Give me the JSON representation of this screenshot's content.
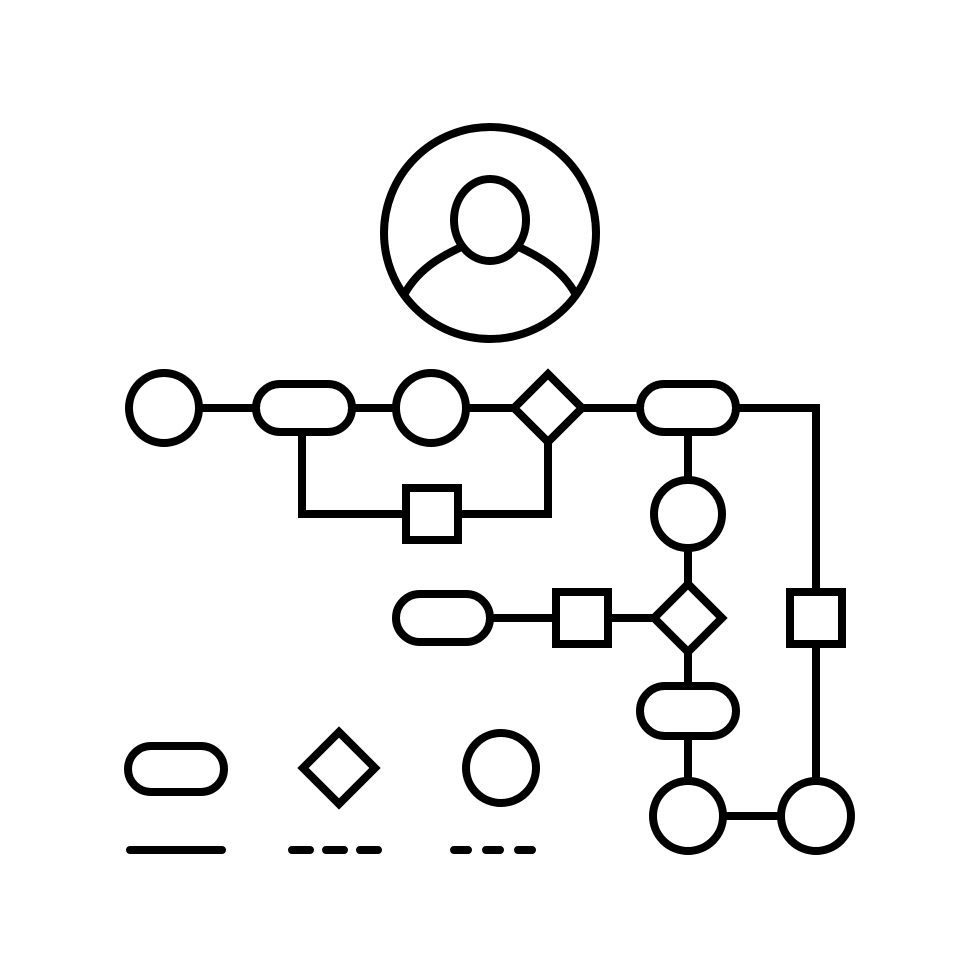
{
  "icon": {
    "name": "user-workflow-line-icon",
    "stroke_color": "#000000",
    "fill_color": "#ffffff"
  },
  "nodes": [
    {
      "id": "n1",
      "shape": "circle"
    },
    {
      "id": "n2",
      "shape": "terminator"
    },
    {
      "id": "n3",
      "shape": "circle"
    },
    {
      "id": "n4",
      "shape": "decision"
    },
    {
      "id": "n5",
      "shape": "terminator"
    },
    {
      "id": "n6",
      "shape": "process"
    },
    {
      "id": "n7",
      "shape": "circle"
    },
    {
      "id": "n8",
      "shape": "decision"
    },
    {
      "id": "n9",
      "shape": "process"
    },
    {
      "id": "n10",
      "shape": "terminator"
    },
    {
      "id": "n11",
      "shape": "terminator"
    },
    {
      "id": "n12",
      "shape": "process"
    },
    {
      "id": "n13",
      "shape": "circle"
    },
    {
      "id": "n14",
      "shape": "circle"
    }
  ],
  "legend": [
    {
      "shape": "terminator",
      "line": "solid"
    },
    {
      "shape": "decision",
      "line": "dashed"
    },
    {
      "shape": "circle",
      "line": "dashed"
    }
  ]
}
